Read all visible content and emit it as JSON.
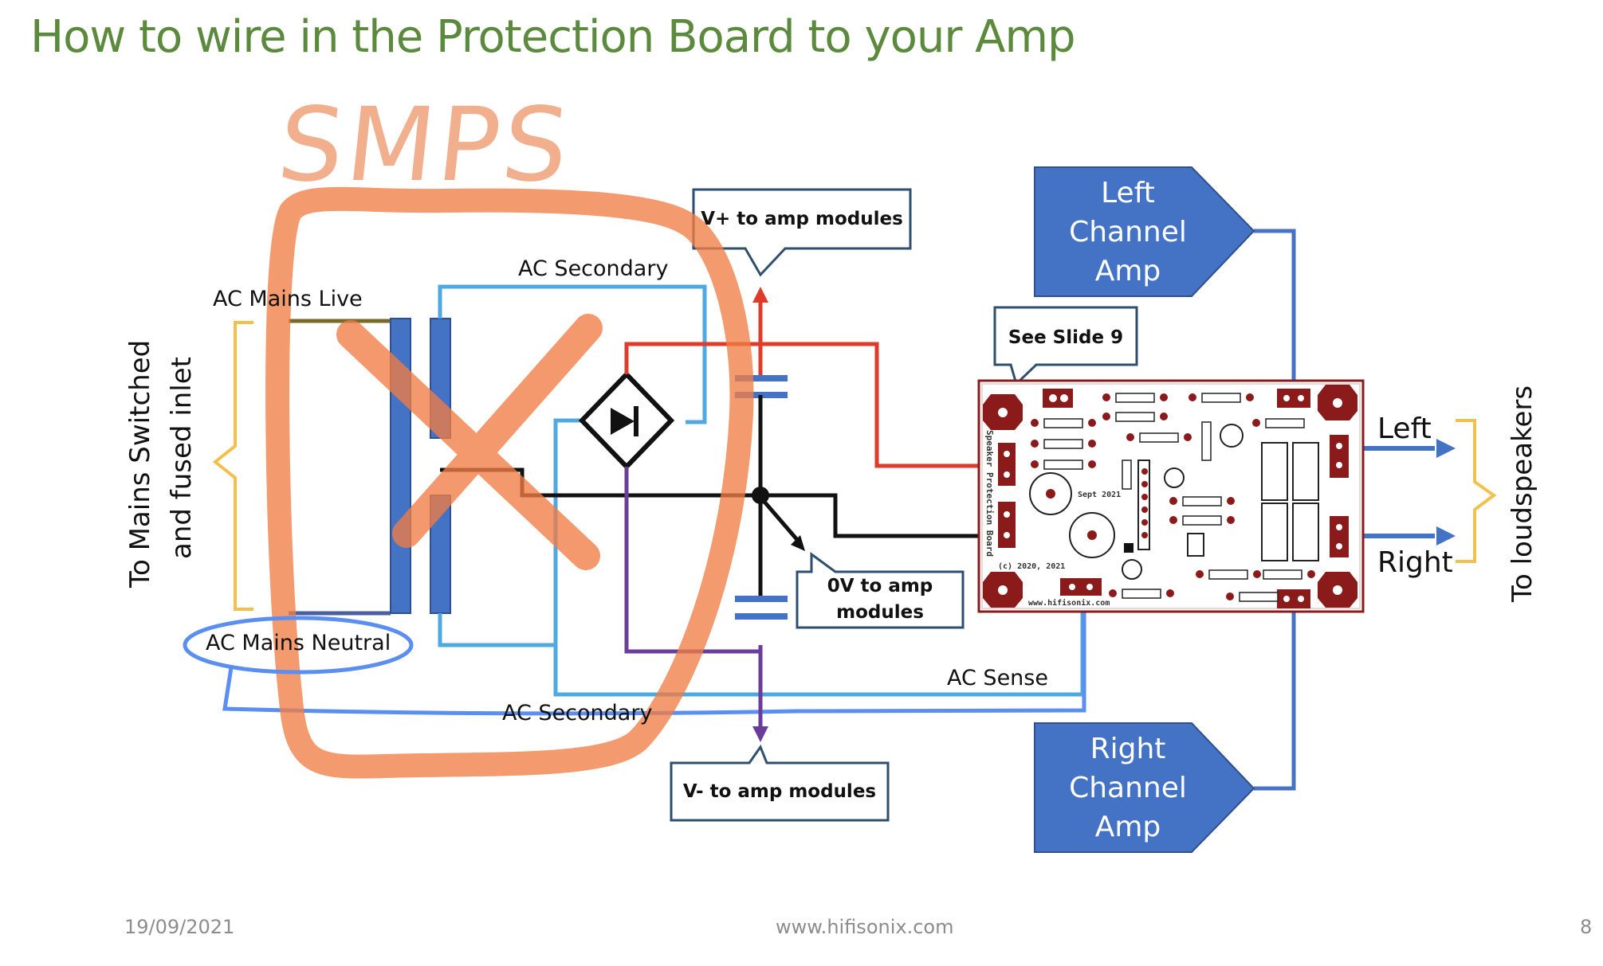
{
  "slide": {
    "title": "How to wire in the Protection Board to your Amp",
    "annotation": "SMPS",
    "footer": {
      "date": "19/09/2021",
      "website": "www.hifisonix.com",
      "page": "8"
    }
  },
  "labels": {
    "ac_mains_live": "AC Mains Live",
    "ac_mains_neutral": "AC Mains Neutral",
    "ac_secondary_top": "AC Secondary",
    "ac_secondary_bottom": "AC Secondary",
    "ac_sense": "AC Sense",
    "mains_inlet_line1": "To Mains Switched",
    "mains_inlet_line2": "and fused inlet",
    "loudspeakers": "To loudspeakers",
    "left": "Left",
    "right": "Right"
  },
  "callouts": {
    "v_plus": "V+ to amp modules",
    "see_slide": "See Slide 9",
    "zero_v_line1": "0V to amp",
    "zero_v_line2": "modules",
    "v_minus": "V- to amp modules"
  },
  "amps": {
    "left": [
      "Left",
      "Channel",
      "Amp"
    ],
    "right": [
      "Right",
      "Channel",
      "Amp"
    ]
  },
  "pcb": {
    "name": "Speaker Protection Board",
    "date": "Sept 2021",
    "copyright": "(c) 2020, 2021",
    "url": "www.hifisonix.com"
  },
  "colors": {
    "title": "#5b8a3c",
    "transformer": "#4472c4",
    "ac_wire": "#4fa8e0",
    "positive_rail": "#e03a2a",
    "negative_rail": "#6a3d9a",
    "ground": "#111111",
    "brace": "#f2c04b",
    "pcb": "#8b1a1a",
    "smps_marker": "#f07d45",
    "circle_marker": "#5a8ef0"
  }
}
